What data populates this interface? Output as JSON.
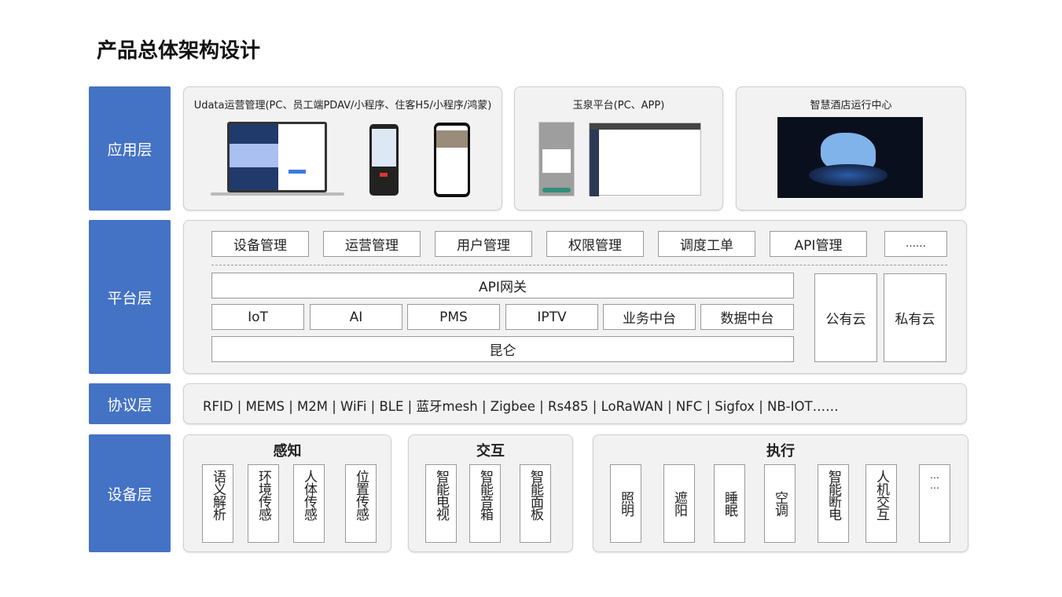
{
  "title": "产品总体架构设计",
  "layers": {
    "app": "应用层",
    "platform": "平台层",
    "protocol": "协议层",
    "device": "设备层"
  },
  "app_panels": [
    {
      "title": "Udata运营管理(PC、员工端PDAV/小程序、住客H5/小程序/鸿蒙)"
    },
    {
      "title": "玉泉平台(PC、APP)"
    },
    {
      "title": "智慧酒店运行中心"
    }
  ],
  "platform": {
    "modules": [
      "设备管理",
      "运营管理",
      "用户管理",
      "权限管理",
      "调度工单",
      "API管理",
      "……"
    ],
    "gateway": "API网关",
    "services": [
      "IoT",
      "AI",
      "PMS",
      "IPTV",
      "业务中台",
      "数据中台"
    ],
    "base": "昆仑",
    "clouds": [
      "公有云",
      "私有云"
    ]
  },
  "protocol": {
    "text": "RFID | MEMS | M2M | WiFi | BLE | 蓝牙mesh | Zigbee | Rs485 | LoRaWAN | NFC | Sigfox | NB-IOT……"
  },
  "device": {
    "sense": {
      "title": "感知",
      "items": [
        "语义解析",
        "环境传感",
        "人体传感",
        "位置传感"
      ]
    },
    "interact": {
      "title": "交互",
      "items": [
        "智能电视",
        "智能音箱",
        "智能面板"
      ]
    },
    "execute": {
      "title": "执行",
      "items": [
        "照明",
        "遮阳",
        "睡眠",
        "空调",
        "智能断电",
        "人机交互",
        "……"
      ]
    }
  },
  "colors": {
    "layer": "#4472c4",
    "panel": "#f2f2f2"
  }
}
